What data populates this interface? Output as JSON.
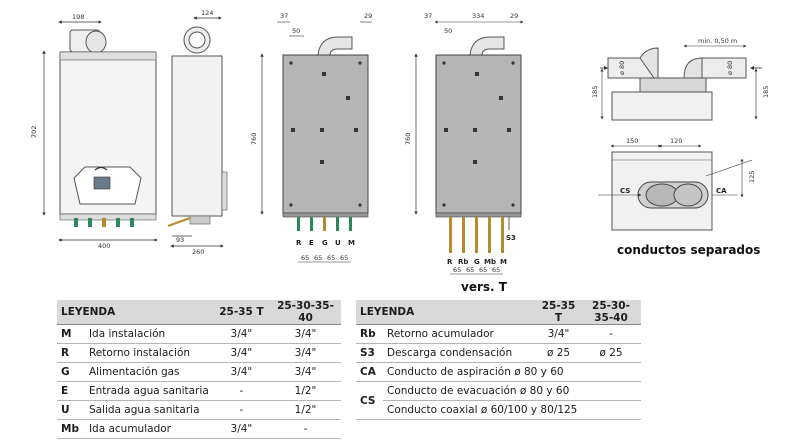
{
  "drawings": {
    "front": {
      "dims": [
        "198",
        "702",
        "400"
      ]
    },
    "side": {
      "dims": [
        "124",
        "93",
        "260"
      ]
    },
    "back": {
      "dims": [
        "37",
        "29",
        "50",
        "760"
      ],
      "connections": [
        "R",
        "E",
        "G",
        "U",
        "M"
      ],
      "spacing": [
        "65",
        "65",
        "65",
        "65"
      ]
    },
    "back_t": {
      "dims": [
        "37",
        "334",
        "29",
        "50",
        "760"
      ],
      "connections": [
        "R",
        "Rb",
        "G",
        "Mb",
        "M"
      ],
      "spacing": [
        "65",
        "65",
        "65",
        "65"
      ],
      "extra_label": "S3"
    },
    "flue": {
      "dims": [
        "min. 0,50 m",
        "ø 80",
        "ø 80",
        "185",
        "185",
        "150",
        "120",
        "125"
      ],
      "labels": [
        "CS",
        "CA"
      ]
    }
  },
  "captions": {
    "vers_t": "vers. T",
    "separated": "conductos separados"
  },
  "legend_left": {
    "headers": [
      "LEYENDA",
      "25-35 T",
      "25-30-35-40"
    ],
    "rows": [
      {
        "code": "M",
        "desc": "Ida instalación",
        "a": "3/4\"",
        "b": "3/4\""
      },
      {
        "code": "R",
        "desc": "Retorno instalación",
        "a": "3/4\"",
        "b": "3/4\""
      },
      {
        "code": "G",
        "desc": "Alimentación gas",
        "a": "3/4\"",
        "b": "3/4\""
      },
      {
        "code": "E",
        "desc": "Entrada agua sanitaria",
        "a": "-",
        "b": "1/2\""
      },
      {
        "code": "U",
        "desc": "Salida agua sanitaria",
        "a": "-",
        "b": "1/2\""
      },
      {
        "code": "Mb",
        "desc": "Ida acumulador",
        "a": "3/4\"",
        "b": "-"
      }
    ]
  },
  "legend_right": {
    "headers": [
      "LEYENDA",
      "25-35 T",
      "25-30-35-40"
    ],
    "rows": [
      {
        "code": "Rb",
        "desc": "Retorno acumulador",
        "a": "3/4\"",
        "b": "-"
      },
      {
        "code": "S3",
        "desc": "Descarga condensación",
        "a": "ø 25",
        "b": "ø 25"
      },
      {
        "code": "CA",
        "desc": "Conducto de aspiración ø 80 y 60",
        "a": "",
        "b": ""
      },
      {
        "code": "CS",
        "desc": "Conducto de evacuación ø 80 y 60",
        "a": "",
        "b": ""
      },
      {
        "code": "",
        "desc": "Conducto coaxial ø 60/100 y 80/125",
        "a": "",
        "b": ""
      }
    ]
  }
}
